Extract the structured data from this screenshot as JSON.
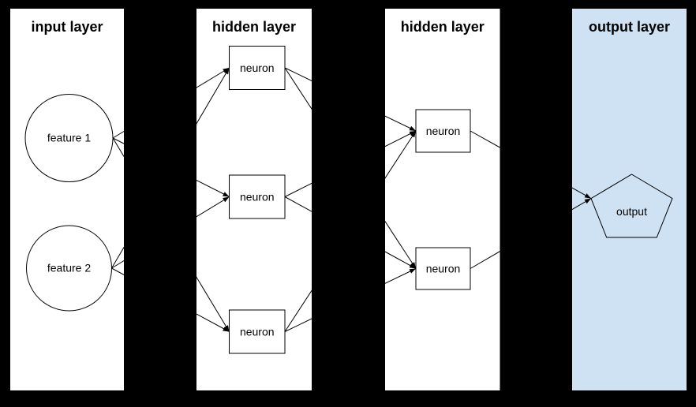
{
  "diagram": {
    "type": "neural-network",
    "colors": {
      "background": "#000000",
      "layer_panel": "#ffffff",
      "output_panel": "#cfe2f3",
      "stroke": "#000000",
      "text": "#000000"
    },
    "layers": [
      {
        "title": "input layer",
        "nodes": [
          {
            "label": "feature 1",
            "shape": "circle"
          },
          {
            "label": "feature 2",
            "shape": "circle"
          }
        ]
      },
      {
        "title": "hidden layer",
        "nodes": [
          {
            "label": "neuron",
            "shape": "rect"
          },
          {
            "label": "neuron",
            "shape": "rect"
          },
          {
            "label": "neuron",
            "shape": "rect"
          }
        ]
      },
      {
        "title": "hidden layer",
        "nodes": [
          {
            "label": "neuron",
            "shape": "rect"
          },
          {
            "label": "neuron",
            "shape": "rect"
          }
        ]
      },
      {
        "title": "output layer",
        "nodes": [
          {
            "label": "output",
            "shape": "pentagon"
          }
        ]
      }
    ],
    "connections": [
      [
        "feature 1",
        "hidden1 neuron 1"
      ],
      [
        "feature 1",
        "hidden1 neuron 2"
      ],
      [
        "feature 1",
        "hidden1 neuron 3"
      ],
      [
        "feature 2",
        "hidden1 neuron 1"
      ],
      [
        "feature 2",
        "hidden1 neuron 2"
      ],
      [
        "feature 2",
        "hidden1 neuron 3"
      ],
      [
        "hidden1 neuron 1",
        "hidden2 neuron 1"
      ],
      [
        "hidden1 neuron 1",
        "hidden2 neuron 2"
      ],
      [
        "hidden1 neuron 2",
        "hidden2 neuron 1"
      ],
      [
        "hidden1 neuron 2",
        "hidden2 neuron 2"
      ],
      [
        "hidden1 neuron 3",
        "hidden2 neuron 1"
      ],
      [
        "hidden1 neuron 3",
        "hidden2 neuron 2"
      ],
      [
        "hidden2 neuron 1",
        "output"
      ],
      [
        "hidden2 neuron 2",
        "output"
      ]
    ]
  }
}
